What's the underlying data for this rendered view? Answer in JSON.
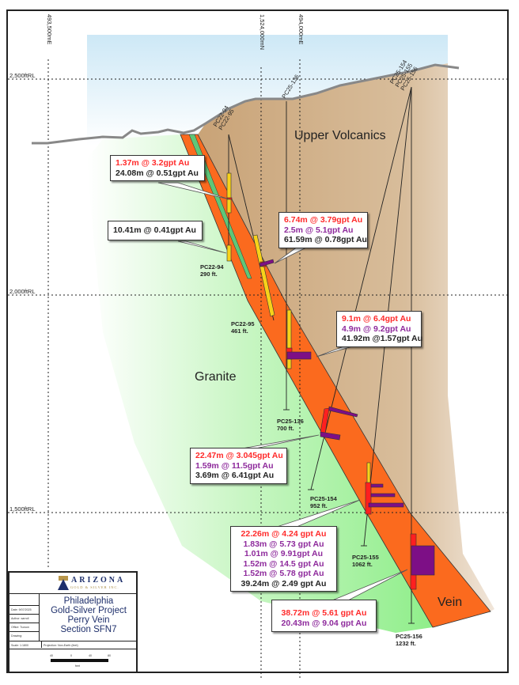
{
  "grid": {
    "easting_1": "493,500mE",
    "northing": "1,524,000mN",
    "easting_2": "494,000mE",
    "rl_2500": "2,500ftRL",
    "rl_2000": "2,000ftRL",
    "rl_1500": "1,500ftRL"
  },
  "geology": {
    "upper_volcanics": "Upper Volcanics",
    "granite": "Granite",
    "vein": "Vein"
  },
  "colors": {
    "vein": "#fb6a1e",
    "granite": "#9ff29a",
    "volcanics": "#d5b58f",
    "sky": "#cfe9f7",
    "intercept_gold": "#f7d21a",
    "intercept_red": "#ff1f1f",
    "intercept_purple": "#7d0f86"
  },
  "collars": {
    "pc22": [
      "PC22-94",
      "PC22-95"
    ],
    "pc25_136": "PC25-136",
    "pc25_15x": [
      "PC25-154",
      "PC25-155",
      "PC25-156"
    ]
  },
  "holes": [
    {
      "name": "PC22-94",
      "depth": "290 ft."
    },
    {
      "name": "PC22-95",
      "depth": "461 ft."
    },
    {
      "name": "PC25-136",
      "depth": "700 ft."
    },
    {
      "name": "PC25-154",
      "depth": "952 ft."
    },
    {
      "name": "PC25-155",
      "depth": "1062 ft."
    },
    {
      "name": "PC25-156",
      "depth": "1232 ft."
    }
  ],
  "callouts": [
    {
      "lines": [
        "1.37m @ 3.2gpt Au",
        "24.08m @ 0.51gpt Au"
      ]
    },
    {
      "lines": [
        "10.41m @ 0.41gpt Au"
      ]
    },
    {
      "lines": [
        "6.74m @ 3.79gpt Au",
        "2.5m @ 5.1gpt Au",
        "61.59m @ 0.78gpt Au"
      ]
    },
    {
      "lines": [
        "9.1m @ 6.4gpt Au",
        "4.9m @ 9.2gpt Au",
        "41.92m @1.57gpt Au"
      ]
    },
    {
      "lines": [
        "22.47m @ 3.045gpt Au",
        "1.59m @ 11.5gpt Au",
        "3.69m @ 6.41gpt Au"
      ]
    },
    {
      "lines": [
        "22.26m @ 4.24 gpt Au",
        "1.83m @ 5.73 gpt Au",
        "1.01m @ 9.91gpt Au",
        "1.52m @ 14.5 gpt Au",
        "1.52m @ 5.78 gpt Au",
        "39.24m @ 2.49 gpt Au"
      ]
    },
    {
      "lines": [
        "38.72m @ 5.61 gpt Au",
        "20.43m @ 9.04 gpt Au"
      ]
    }
  ],
  "title_block": {
    "company": "ARIZONA",
    "company_sub": "GOLD & SILVER INC.",
    "title": [
      "Philadelphia",
      "Gold-Silver Project",
      "Perry Vein",
      "Section SFN7"
    ],
    "date": "Date: 9/07/2025",
    "author": "Author: sarroll",
    "office": "Office: Tucson",
    "drawing": "Drawing:",
    "scale": "Scale: 1:1800",
    "projection": "Projection: Non-Earth (feet)",
    "scale_ticks": [
      "40",
      "0",
      "40",
      "80"
    ],
    "scale_unit": "feet"
  }
}
